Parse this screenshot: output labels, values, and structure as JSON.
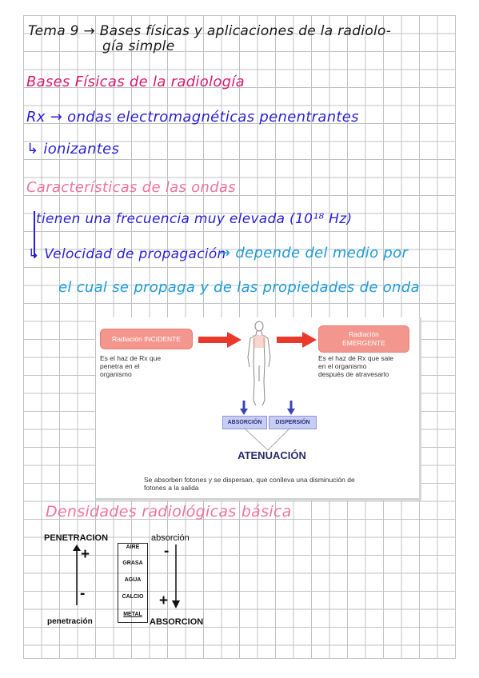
{
  "title_line1": "Tema 9 → Bases físicas y aplicaciones de la radiolo-",
  "title_line2": "gía simple",
  "heading_bases": "Bases Físicas de la radiología",
  "rx_line": "Rx → ondas electromagnéticas penentrantes",
  "ionizantes": "↳ ionizantes",
  "heading_caracteristicas": "Características de las ondas",
  "bullet_frecuencia": "tienen una frecuencia muy elevada (10¹⁸ Hz)",
  "bullet_velocidad": "↳ Velocidad de propagación",
  "depende": "→ depende del medio por",
  "depende_line2": "el cual se propaga y de las propiedades de onda",
  "card": {
    "incidente_label": "Radiación INCIDENTE",
    "incidente_desc": [
      "Es el haz de Rx que",
      "penetra en el",
      "organismo"
    ],
    "emergente_label_1": "Radiación",
    "emergente_label_2": "EMERGENTE",
    "emergente_desc": [
      "Es el haz de Rx que sale",
      "en el organismo",
      "después de atravesarlo"
    ],
    "absorcion": "ABSORCIÓN",
    "dispersion": "DISPERSIÓN",
    "atenuacion": "ATENUACIÓN",
    "footer_line1": "Se absorben fotones y se dispersan, que conlleva una  disminución de",
    "footer_line2": "fotones a la salida"
  },
  "heading_densidades": "Densidades radiológicas básica",
  "diagram": {
    "penetracion_top": "PENETRACION",
    "absorcion_top": "absorción",
    "penetracion_bottom": "penetración",
    "absorcion_bottom": "ABSORCION",
    "plus": "+",
    "minus": "-",
    "materials": [
      "AIRE",
      "GRASA",
      "AGUA",
      "CALCIO",
      "METAL"
    ]
  },
  "colors": {
    "black_ink": "#1a1a1a",
    "magenta_ink": "#d81b6f",
    "light_pink_ink": "#f0739b",
    "blue_ink": "#2a1fd6",
    "cyan_ink": "#1e9bd8",
    "salmon_box": "#f3968d",
    "arrow_red": "#e8392b",
    "lavender_box": "#c8cdf3"
  }
}
